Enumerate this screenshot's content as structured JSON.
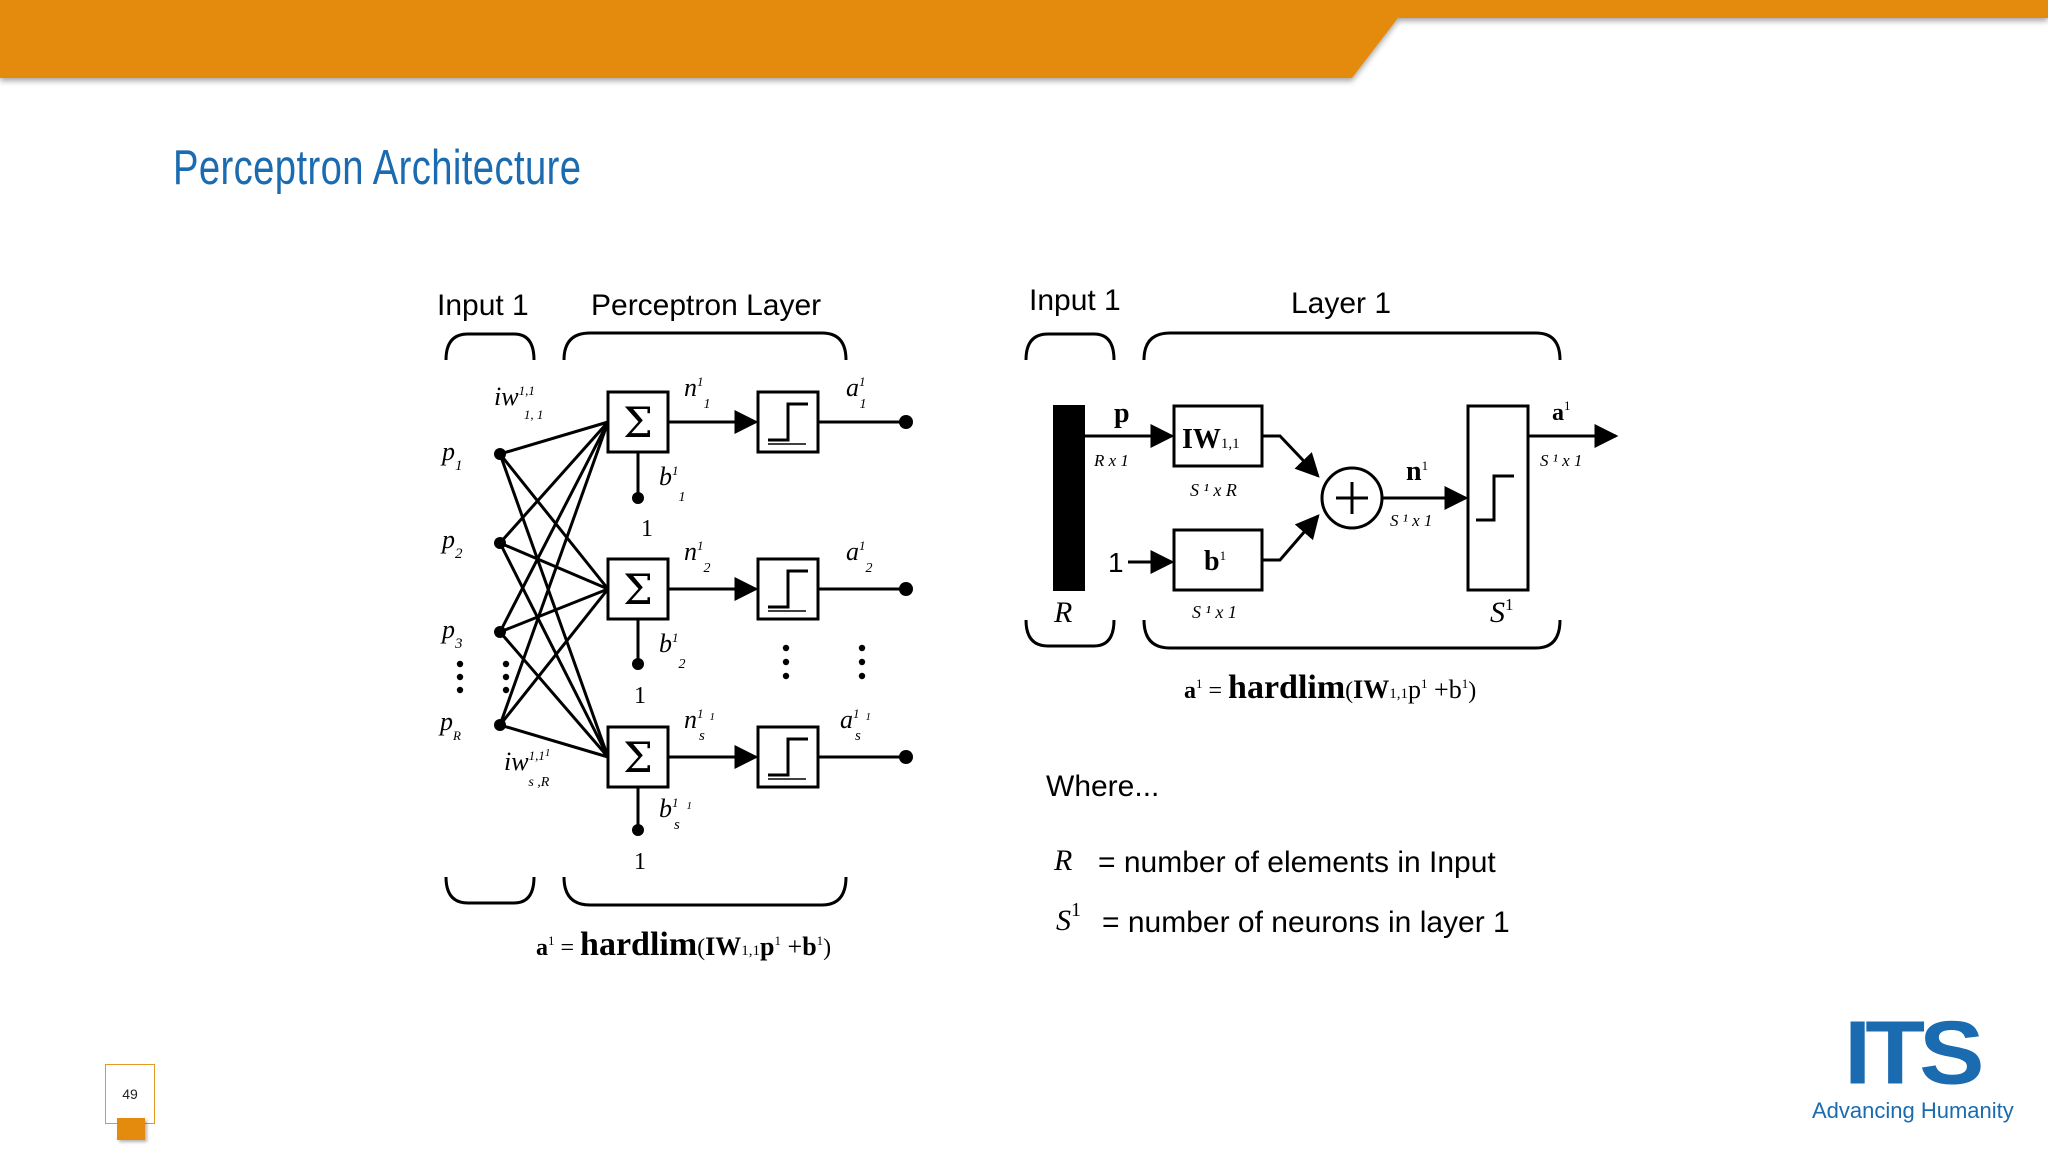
{
  "slide": {
    "title": "Perceptron Architecture",
    "page_number": "49",
    "logo_text": "ITS",
    "logo_tagline": "Advancing Humanity",
    "colors": {
      "banner": "#e48a0c",
      "title": "#1a6bb0",
      "logo": "#1a6bb0"
    }
  },
  "left_diagram": {
    "input_label": "Input 1",
    "layer_label": "Perceptron Layer",
    "inputs": {
      "first": [
        "p",
        "1"
      ],
      "second": [
        "p",
        "2"
      ],
      "third": [
        "p",
        "3"
      ],
      "last": [
        "p",
        "R"
      ]
    },
    "weight_top": {
      "base": "iw",
      "sup": "1,1",
      "sub": "1, 1"
    },
    "weight_bottom": {
      "base": "iw",
      "sup": "1,1",
      "sub": "s ,R",
      "subsup": "1"
    },
    "summing_symbol": "Σ",
    "neurons": [
      {
        "n": "n",
        "n_sup": "1",
        "n_sub": "1",
        "b": "b",
        "b_sup": "1",
        "b_sub": "1",
        "a": "a",
        "a_sup": "1",
        "a_sub": "1",
        "bias_input": "1"
      },
      {
        "n": "n",
        "n_sup": "1",
        "n_sub": "2",
        "b": "b",
        "b_sup": "1",
        "b_sub": "2",
        "a": "a",
        "a_sup": "1",
        "a_sub": "2",
        "bias_input": "1"
      },
      {
        "n": "n",
        "n_sup": "1",
        "n_sub": "s",
        "n_subsup": "1",
        "b": "b",
        "b_sup": "1",
        "b_sub": "s",
        "b_subsup": "1",
        "a": "a",
        "a_sup": "1",
        "a_sub": "s",
        "a_subsup": "1",
        "bias_input": "1"
      }
    ],
    "equation": {
      "lhs": "a",
      "lhs_sup": "1",
      "eq": " = ",
      "func": "hardlim",
      "open": "(",
      "w": "IW",
      "w_sub": "1,1",
      "p": "p",
      "p_sup": "1",
      "plus": " +",
      "b": "b",
      "b_sup": "1",
      "close": ")"
    }
  },
  "right_diagram": {
    "input_label": "Input 1",
    "layer_label": "Layer 1",
    "p_label": "p",
    "p_dim": "R x 1",
    "R_label": "R",
    "one_label": "1",
    "weight_box": {
      "main": "IW",
      "sub": "1,1",
      "dim": "S ¹ x R"
    },
    "bias_box": {
      "main": "b",
      "sup": "1",
      "dim": "S ¹ x 1"
    },
    "n_label": {
      "main": "n",
      "sup": "1",
      "dim": "S ¹ x 1"
    },
    "a_label": {
      "main": "a",
      "sup": "1",
      "dim": "S ¹ x 1"
    },
    "S_label": {
      "main": "S",
      "sup": "1"
    },
    "equation": {
      "lhs": "a",
      "lhs_sup": "1",
      "eq": " = ",
      "func": "hardlim",
      "open": "(",
      "w": "IW",
      "w_sub": "1,1",
      "p": "p",
      "p_sup": "1",
      "plus": " +",
      "b": "b",
      "b_sup": "1",
      "close": ")"
    }
  },
  "legend": {
    "where": "Where...",
    "rows": [
      {
        "symbol": "R",
        "symbol_sup": "",
        "text": "= number of elements in Input"
      },
      {
        "symbol": "S",
        "symbol_sup": "1",
        "text": "= number of neurons in layer 1"
      }
    ]
  }
}
